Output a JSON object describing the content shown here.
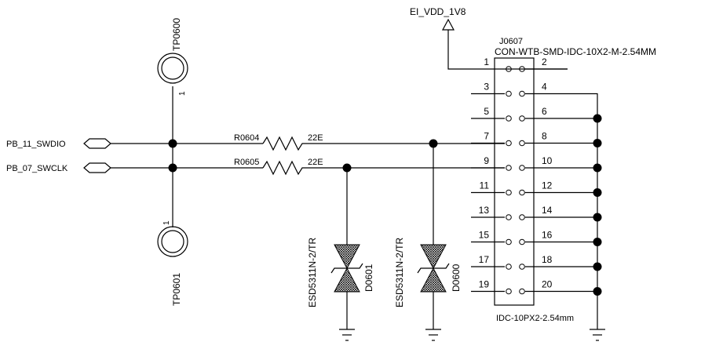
{
  "power": {
    "net": "EI_VDD_1V8"
  },
  "connector": {
    "ref": "J0607",
    "value": "CON-WTB-SMD-IDC-10X2-M-2.54MM",
    "footprint": "IDC-10PX2-2.54mm",
    "pins_left": [
      "1",
      "3",
      "5",
      "7",
      "9",
      "11",
      "13",
      "15",
      "17",
      "19"
    ],
    "pins_right": [
      "2",
      "4",
      "6",
      "8",
      "10",
      "12",
      "14",
      "16",
      "18",
      "20"
    ]
  },
  "nets": {
    "swdio": "PB_11_SWDIO",
    "swclk": "PB_07_SWCLK"
  },
  "resistors": [
    {
      "ref": "R0604",
      "value": "22E"
    },
    {
      "ref": "R0605",
      "value": "22E"
    }
  ],
  "test_points": [
    {
      "ref": "TP0600",
      "pin": "1"
    },
    {
      "ref": "TP0601",
      "pin": "1"
    }
  ],
  "diodes": [
    {
      "ref": "D0601",
      "value": "ESD5311N-2/TR"
    },
    {
      "ref": "D0600",
      "value": "ESD5311N-2/TR"
    }
  ]
}
